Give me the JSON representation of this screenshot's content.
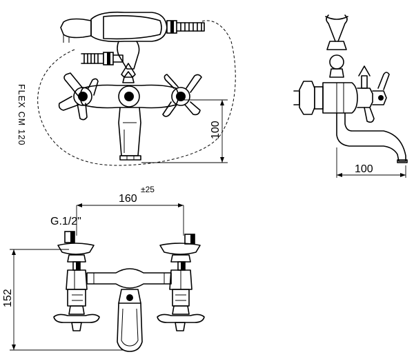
{
  "drawing": {
    "flex_label": "FLEX  CM  120",
    "front_height": "100",
    "side_projection": "100",
    "center_distance": "160",
    "center_tolerance": "±25",
    "thread": "G.1/2\"",
    "total_height": "152"
  }
}
